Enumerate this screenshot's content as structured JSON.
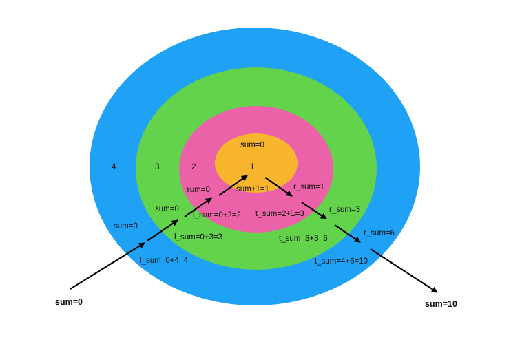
{
  "colors": {
    "ring4": "#1fa1f5",
    "ring3": "#62d34b",
    "ring2": "#ec62a8",
    "ring1": "#f8b52e",
    "arrow": "#000000"
  },
  "rings": {
    "r4": {
      "label": "4",
      "in_sum": "sum=0",
      "l_sum": "l_sum=0+4=4",
      "r_sum": "r_sum=6",
      "t_sum": "t_sum=4+6=10"
    },
    "r3": {
      "label": "3",
      "in_sum": "sum=0",
      "l_sum": "l_sum=0+3=3",
      "r_sum": "r_sum=3",
      "t_sum": "t_sum=3+3=6"
    },
    "r2": {
      "label": "2",
      "in_sum": "sum=0",
      "l_sum": "l_sum=0+2=2",
      "r_sum": "r_sum=1",
      "t_sum": "t_sum=2+1=3"
    },
    "r1": {
      "label": "1",
      "top": "sum=0",
      "calc": "sum+1=1"
    }
  },
  "outer": {
    "input": "sum=0",
    "output": "sum=10"
  }
}
